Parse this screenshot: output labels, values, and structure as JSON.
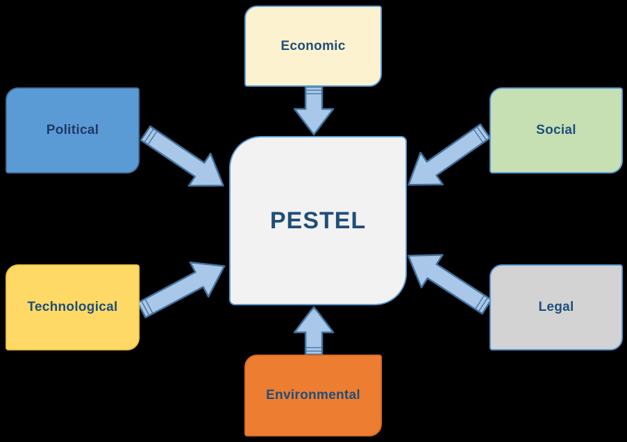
{
  "background": "#000000",
  "diagram_type": "PESTEL analysis diagram",
  "center": {
    "label": "PESTEL",
    "bg": "#F2F2F2",
    "border": "#5B9BD5",
    "text_color": "#1F4E79"
  },
  "factors": [
    {
      "id": "economic",
      "label": "Economic",
      "position": "top",
      "bg": "#FCF2CF",
      "border": "#5B9BD5",
      "text_color": "#1F4E79"
    },
    {
      "id": "political",
      "label": "Political",
      "position": "upper-left",
      "bg": "#5B9BD5",
      "border": "#41719C",
      "text_color": "#1F3864"
    },
    {
      "id": "social",
      "label": "Social",
      "position": "upper-right",
      "bg": "#C6E0B4",
      "border": "#5B9BD5",
      "text_color": "#1F4E79"
    },
    {
      "id": "technological",
      "label": "Technological",
      "position": "lower-left",
      "bg": "#FFD966",
      "border": "#EDC14B",
      "text_color": "#1F4E79"
    },
    {
      "id": "legal",
      "label": "Legal",
      "position": "lower-right",
      "bg": "#D3D3D3",
      "border": "#5B9BD5",
      "text_color": "#1F4E79"
    },
    {
      "id": "environmental",
      "label": "Environmental",
      "position": "bottom",
      "bg": "#ED7D31",
      "border": "#D96C20",
      "text_color": "#1F4E79"
    }
  ],
  "arrows": {
    "fill": "#A9C7E8",
    "stroke": "#41719C",
    "connections": [
      "economic-to-center",
      "political-to-center",
      "social-to-center",
      "technological-to-center",
      "legal-to-center",
      "environmental-to-center"
    ]
  }
}
